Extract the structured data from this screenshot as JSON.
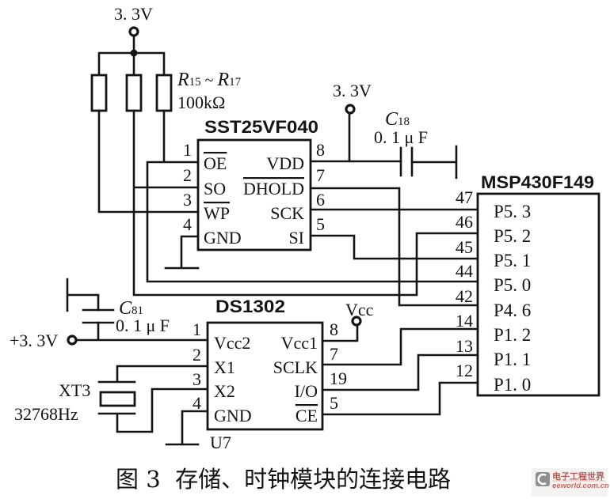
{
  "figure": {
    "caption": "图 3  存储、时钟模块的连接电路"
  },
  "power": {
    "top_supply": "3. 3V",
    "sst_supply": "3. 3V",
    "ds_supply": "+3. 3V",
    "ds_vcc": "Vcc"
  },
  "resistors": {
    "letter": "R",
    "first_index": "15",
    "separator": " ~ ",
    "last_index": "17",
    "value": "100kΩ"
  },
  "capacitors": [
    {
      "letter": "C",
      "index": "18",
      "value": "0. 1 μ F"
    },
    {
      "letter": "C",
      "index": "81",
      "value": "0. 1 μ F"
    }
  ],
  "crystal": {
    "name": "XT3",
    "frequency": "32768Hz"
  },
  "chips": {
    "sst": {
      "name": "SST25VF040",
      "left_pins": [
        {
          "num": "1",
          "label": "OE",
          "active_low": true
        },
        {
          "num": "2",
          "label": "SO",
          "active_low": false
        },
        {
          "num": "3",
          "label": "WP",
          "active_low": true
        },
        {
          "num": "4",
          "label": "GND",
          "active_low": false
        }
      ],
      "right_pins": [
        {
          "num": "8",
          "label": "VDD",
          "active_low": false
        },
        {
          "num": "7",
          "label": "DHOLD",
          "active_low": true
        },
        {
          "num": "6",
          "label": "SCK",
          "active_low": false
        },
        {
          "num": "5",
          "label": "SI",
          "active_low": false
        }
      ]
    },
    "msp": {
      "name": "MSP430F149",
      "pins": [
        {
          "num": "47",
          "label": "P5. 3"
        },
        {
          "num": "46",
          "label": "P5. 2"
        },
        {
          "num": "45",
          "label": "P5. 1"
        },
        {
          "num": "44",
          "label": "P5. 0"
        },
        {
          "num": "42",
          "label": "P4. 6"
        },
        {
          "num": "14",
          "label": "P1. 2"
        },
        {
          "num": "13",
          "label": "P1. 1"
        },
        {
          "num": "12",
          "label": "P1. 0"
        }
      ]
    },
    "ds": {
      "name": "DS1302",
      "designator": "U7",
      "left_pins": [
        {
          "num": "1",
          "label": "Vcc2"
        },
        {
          "num": "2",
          "label": "X1"
        },
        {
          "num": "3",
          "label": "X2"
        },
        {
          "num": "4",
          "label": "GND"
        }
      ],
      "right_pins": [
        {
          "num": "8",
          "label": "Vcc1",
          "active_low": false
        },
        {
          "num": "7",
          "label": "SCLK",
          "active_low": false
        },
        {
          "num": "19",
          "label": "I/O",
          "active_low": false
        },
        {
          "num": "5",
          "label": "CE",
          "active_low": true
        }
      ]
    }
  },
  "watermark": {
    "brand_cn": "电子工程世界",
    "domain": "eeworld.com.cn",
    "accent_color": "#b8524c"
  }
}
